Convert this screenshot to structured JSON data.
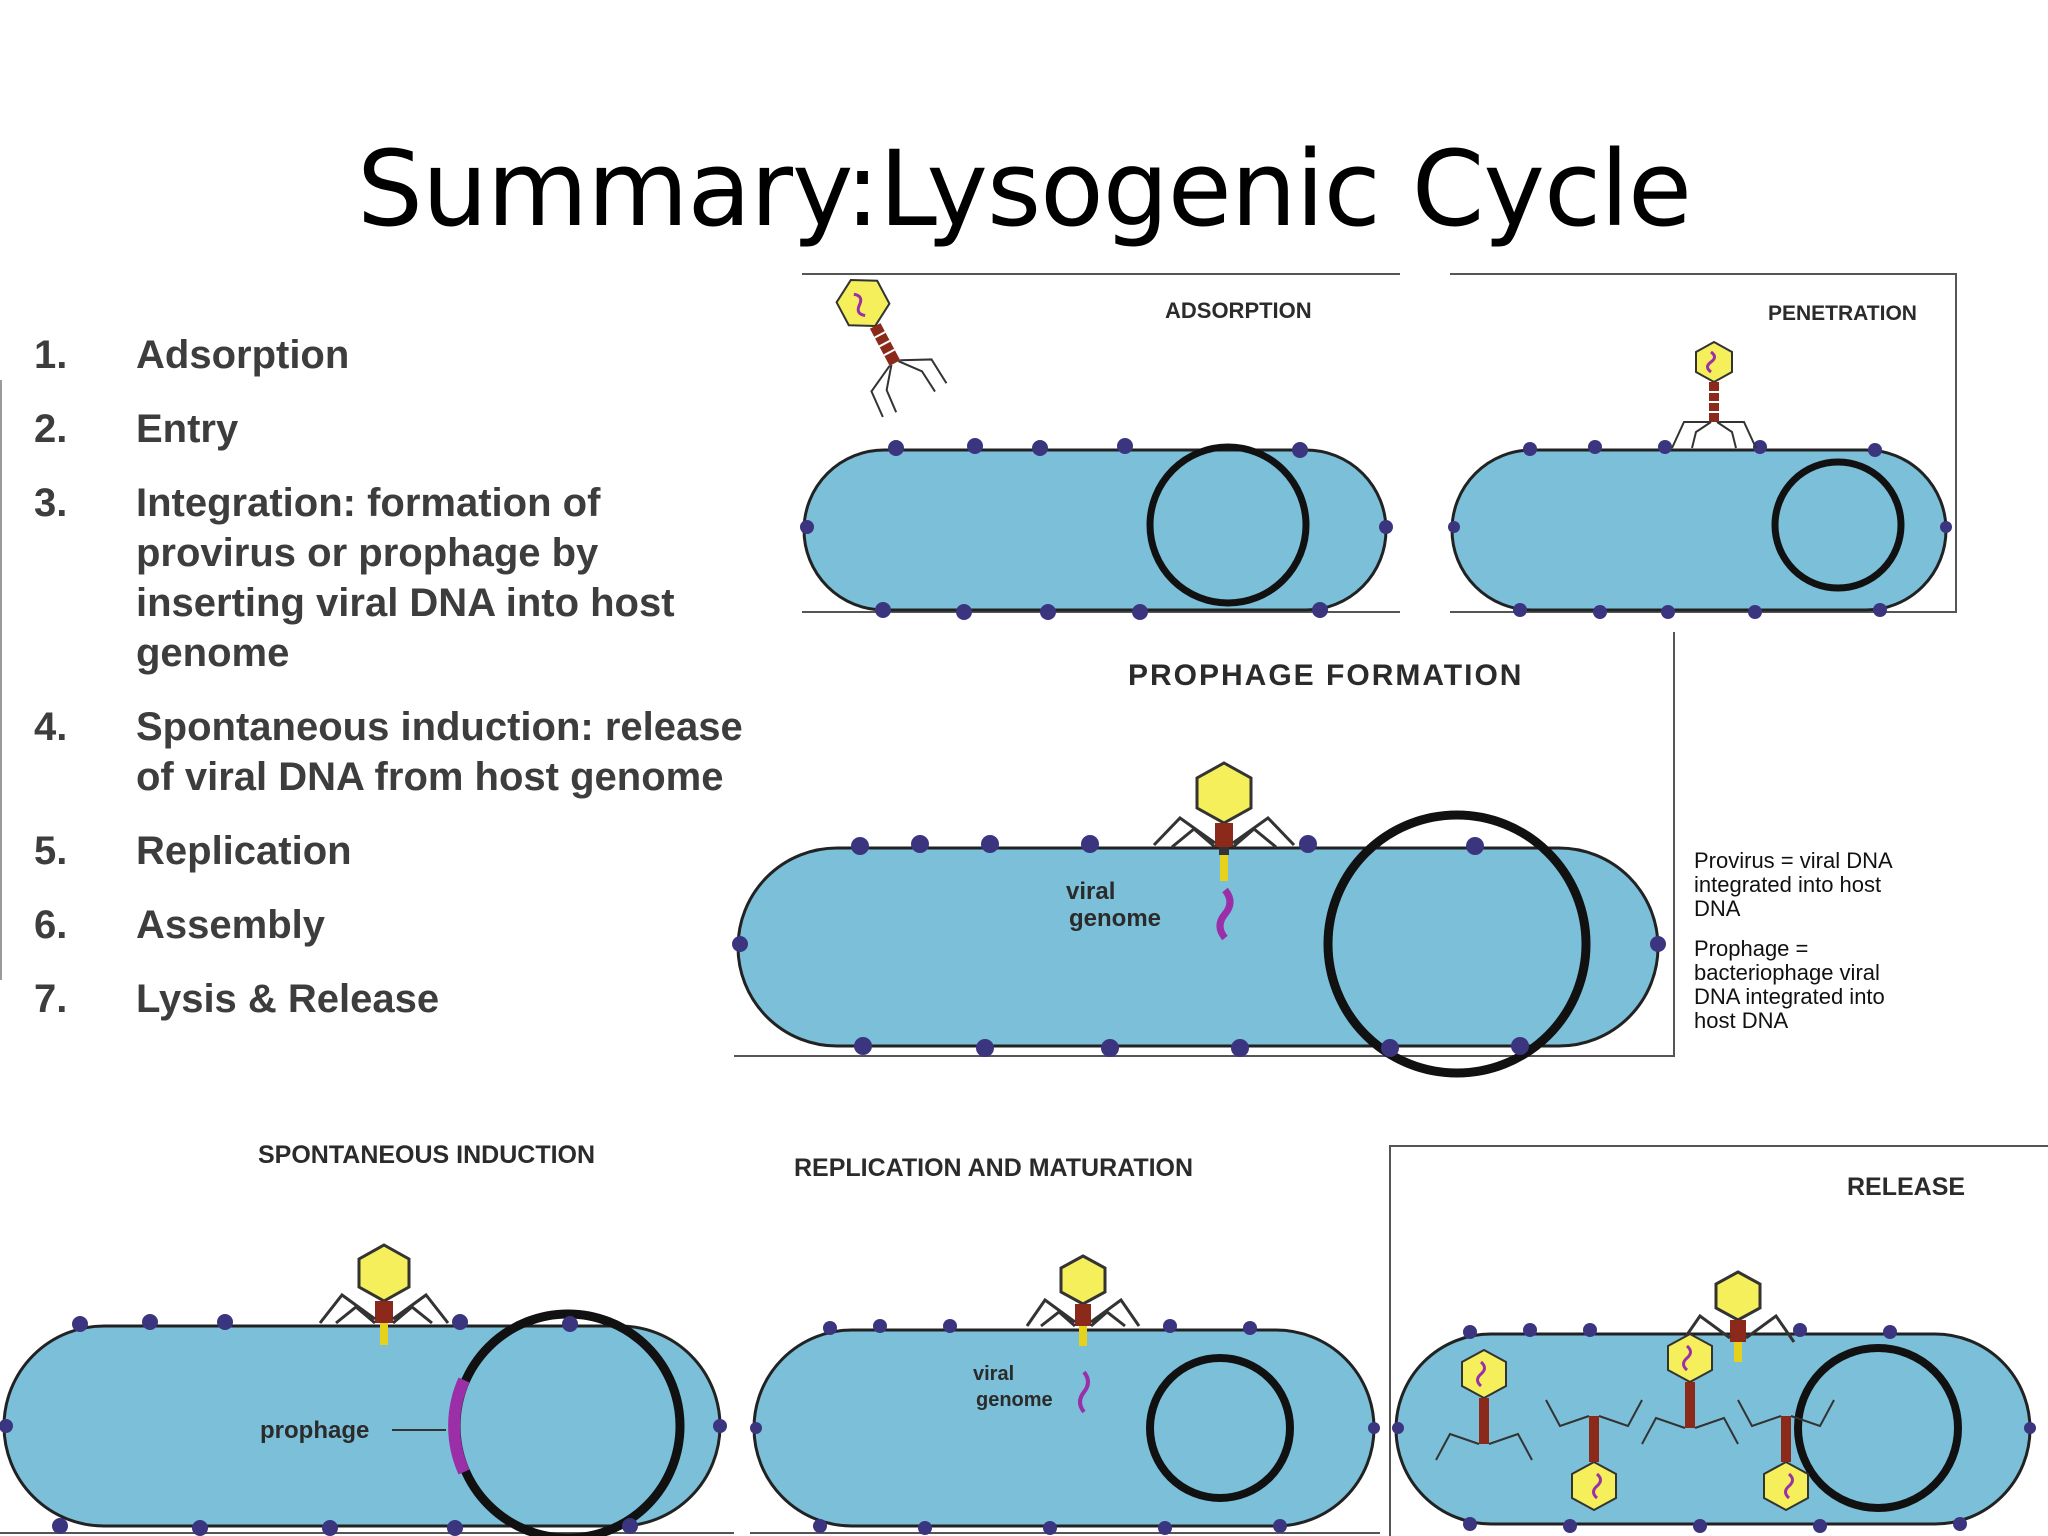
{
  "title": "Summary:Lysogenic Cycle",
  "steps": [
    {
      "num": "1.",
      "text": "Adsorption"
    },
    {
      "num": "2.",
      "text": "Entry"
    },
    {
      "num": "3.",
      "text": "Integration: formation of provirus or prophage by inserting viral DNA into host genome"
    },
    {
      "num": "4.",
      "text": "Spontaneous induction: release of viral DNA from host genome"
    },
    {
      "num": "5.",
      "text": "Replication"
    },
    {
      "num": "6.",
      "text": "Assembly"
    },
    {
      "num": "7.",
      "text": "Lysis & Release"
    }
  ],
  "panels": {
    "adsorption": "ADSORPTION",
    "penetration": "PENETRATION",
    "prophage_formation": "PROPHAGE FORMATION",
    "spontaneous_induction": "SPONTANEOUS INDUCTION",
    "replication": "REPLICATION AND MATURATION",
    "release": "RELEASE"
  },
  "labels": {
    "viral": "viral",
    "genome": "genome",
    "prophage": "prophage"
  },
  "notes": {
    "provirus": [
      "Provirus = viral DNA",
      "integrated into host",
      "DNA"
    ],
    "prophage": [
      "Prophage =",
      "bacteriophage viral",
      "DNA integrated into",
      "host DNA"
    ]
  },
  "colors": {
    "cell": "#7bbfd9",
    "outline": "#222222",
    "pili": "#3b3580",
    "phage_head": "#f4ef5a",
    "phage_tail": "#8b2a1a",
    "viral_dna": "#9a2fa8",
    "tail_fibers": "#333333"
  }
}
